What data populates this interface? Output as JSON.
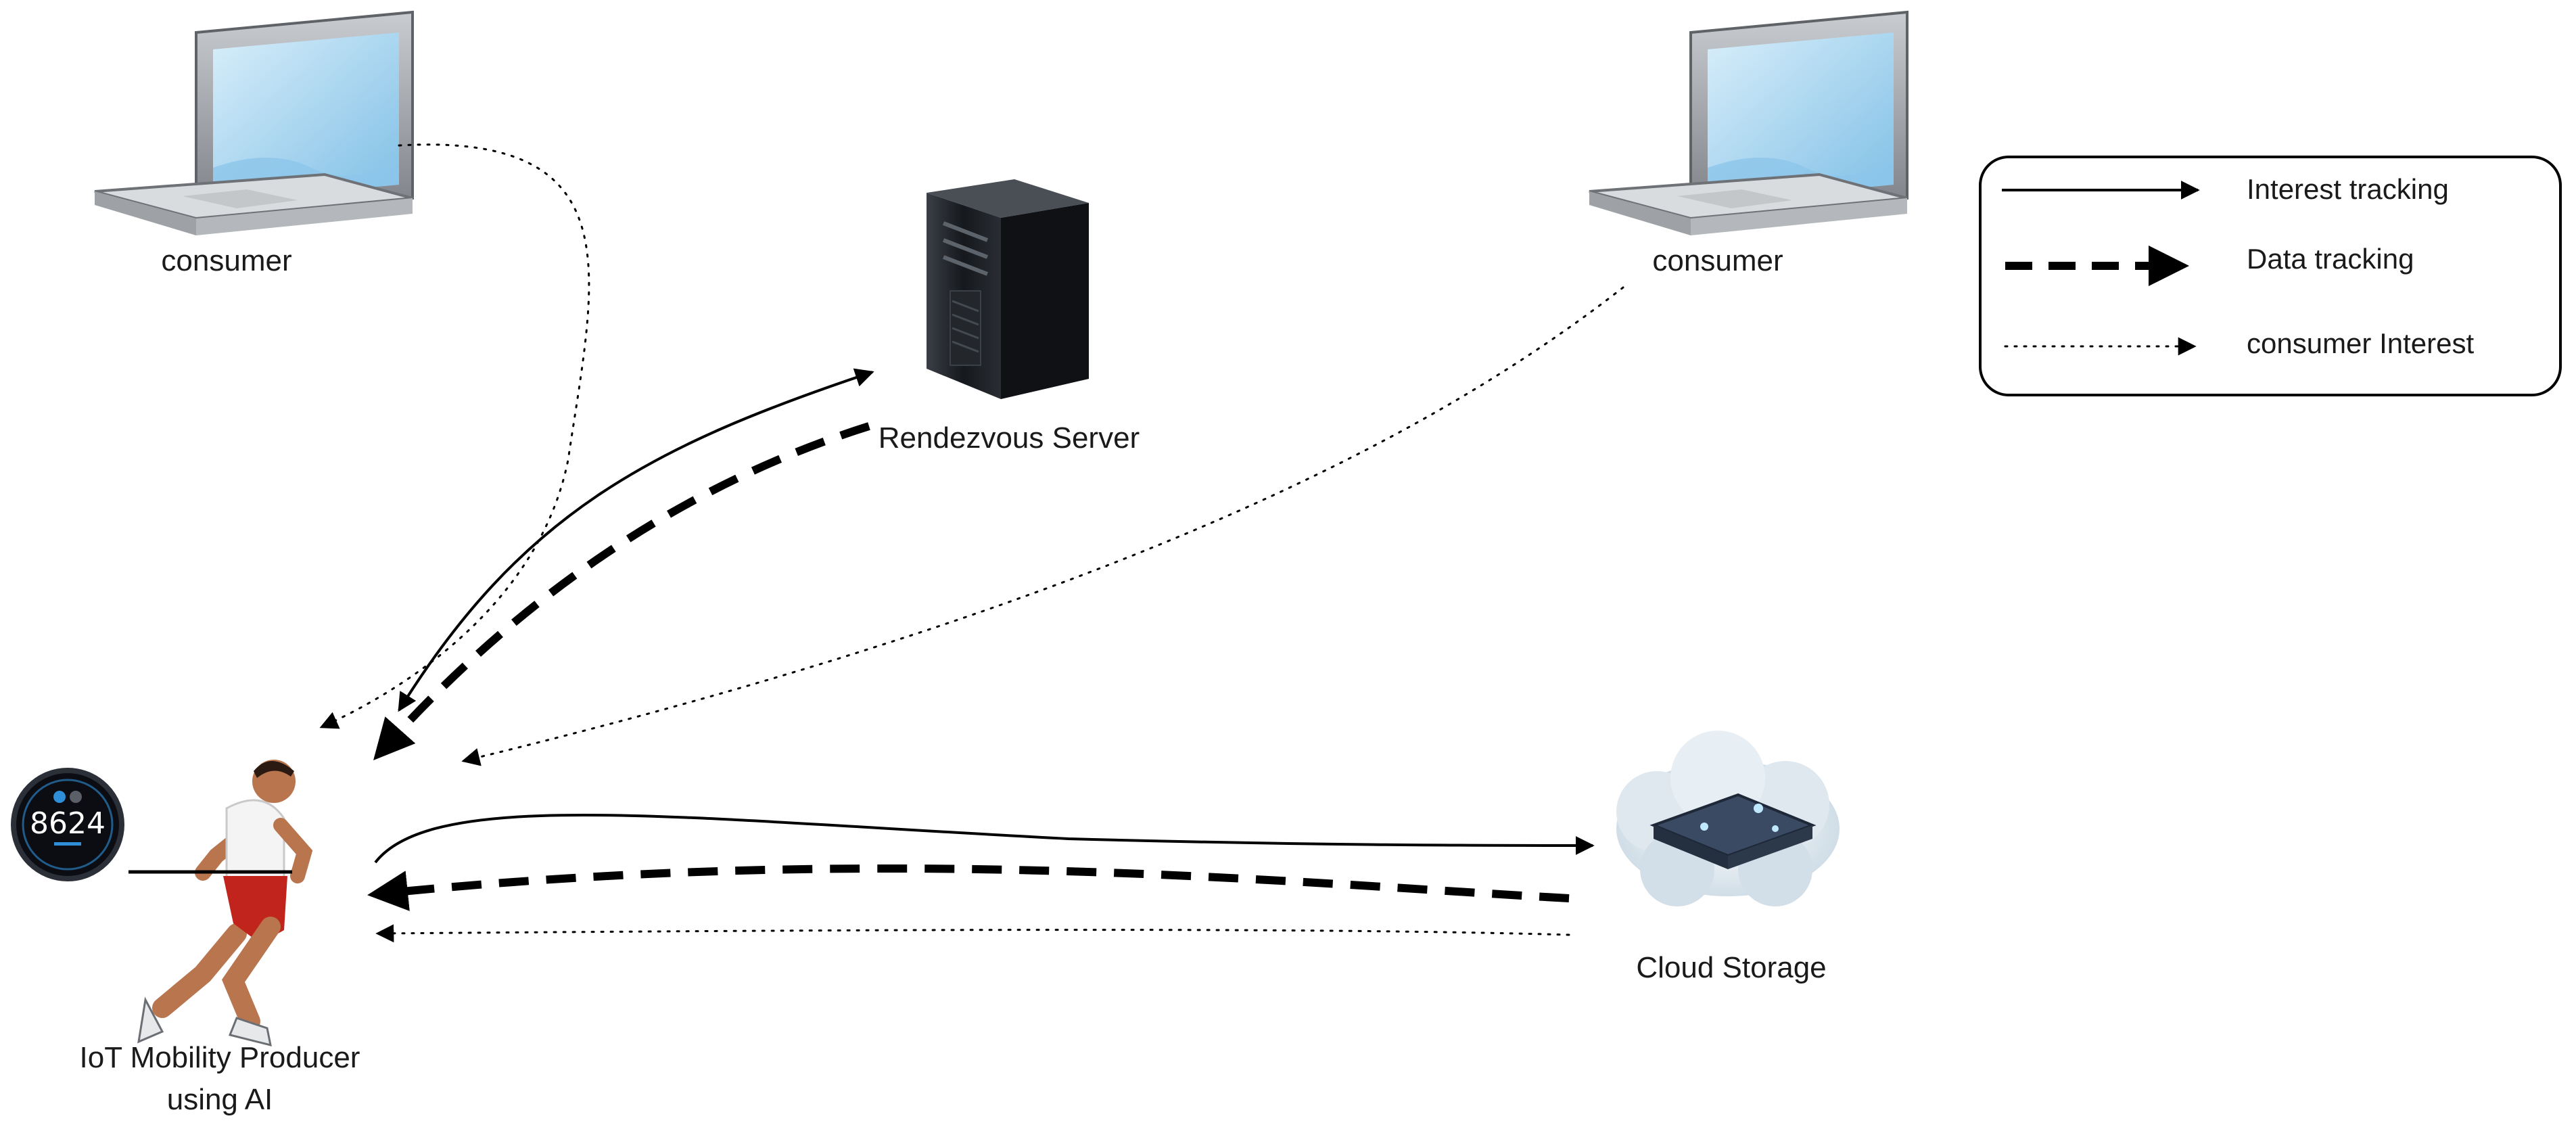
{
  "nodes": {
    "consumer_left": {
      "label": "consumer",
      "icon": "laptop-icon"
    },
    "consumer_right": {
      "label": "consumer",
      "icon": "laptop-icon"
    },
    "server": {
      "label": "Rendezvous Server",
      "icon": "server-tower-icon"
    },
    "cloud": {
      "label": "Cloud Storage",
      "icon": "cloud-storage-icon"
    },
    "producer": {
      "label_line1": "IoT Mobility Producer",
      "label_line2": "using AI",
      "icon": "runner-icon",
      "watch": {
        "icon": "smartwatch-icon",
        "reading": "8624"
      }
    }
  },
  "legend": {
    "items": [
      {
        "label": "Interest tracking",
        "style": "solid"
      },
      {
        "label": "Data tracking",
        "style": "dashed"
      },
      {
        "label": "consumer Interest",
        "style": "dotted"
      }
    ]
  },
  "colors": {
    "line": "#000000",
    "text": "#1a1a1a",
    "laptop_frame": "#8c9096",
    "laptop_screen": "#9fd0ee",
    "server_body": "#1b1e22",
    "watch_face": "#0b0d12",
    "watch_ring": "#2e8fd8",
    "runner_skin": "#b8754e",
    "runner_shorts": "#c0241c"
  }
}
